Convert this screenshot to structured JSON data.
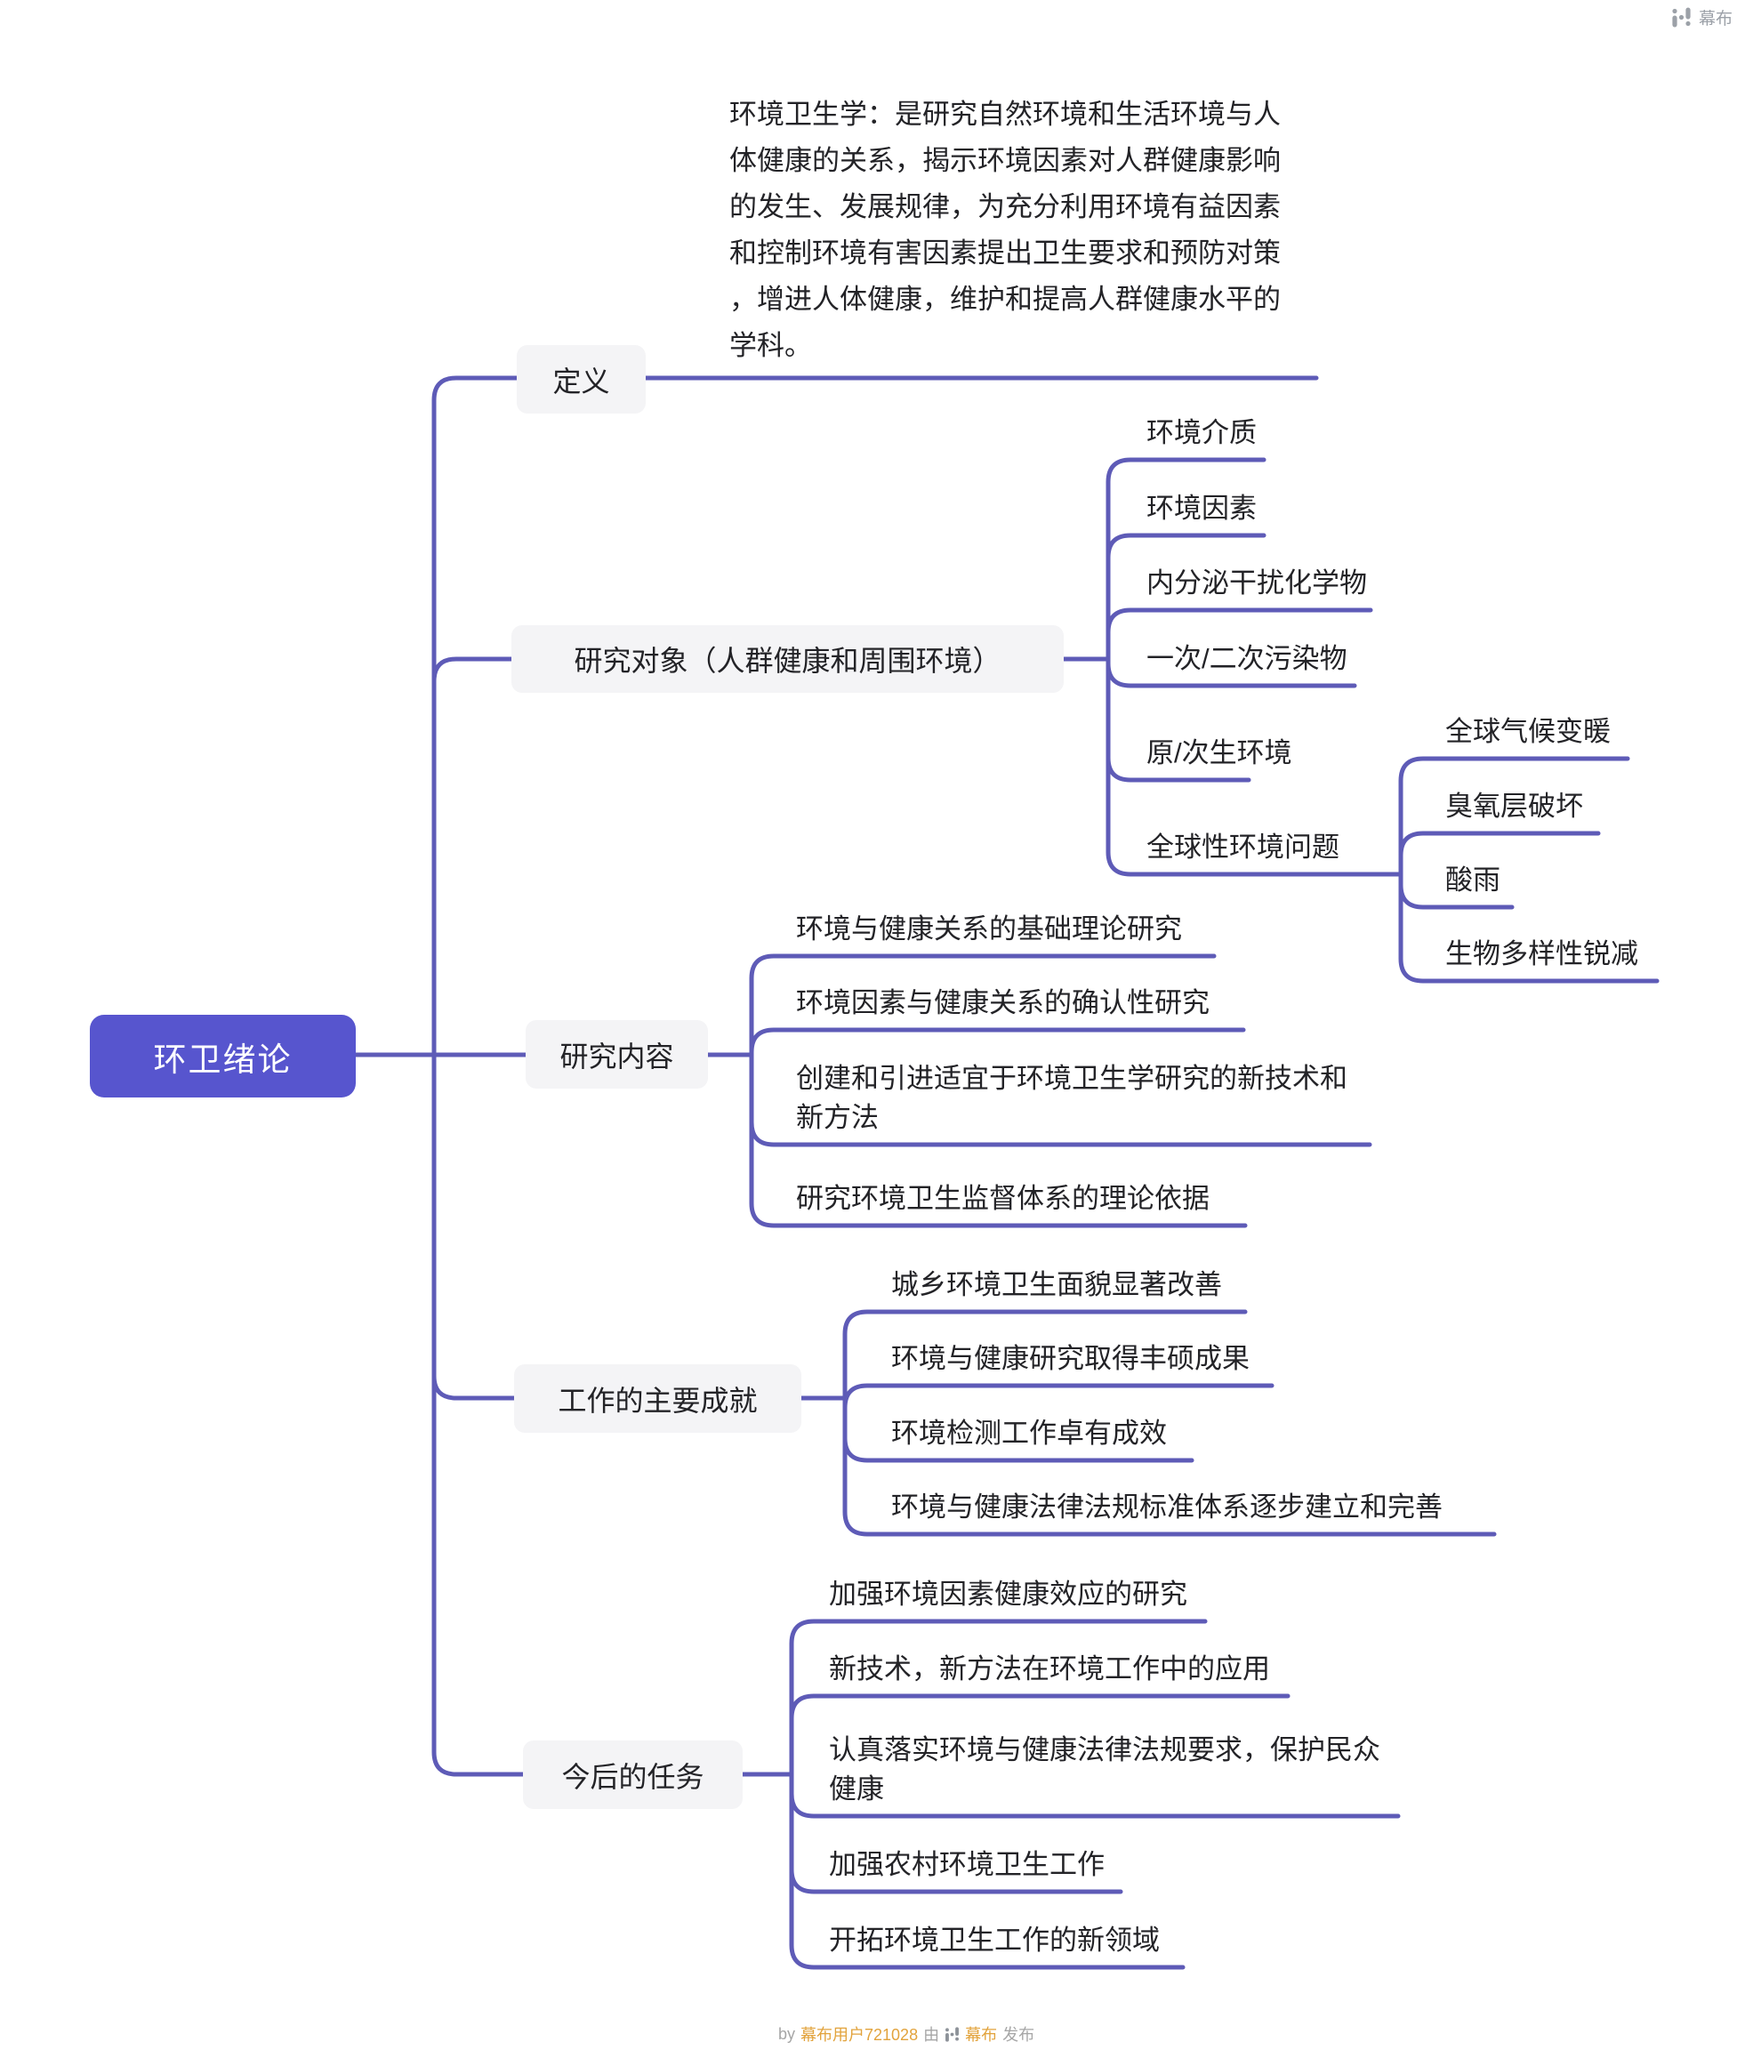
{
  "watermark": {
    "brand": "幕布"
  },
  "footer": {
    "by": "by",
    "user": "幕布用户721028",
    "via": "由",
    "brand": "幕布",
    "action": "发布"
  },
  "colors": {
    "line": "#5E5BB7",
    "root_bg": "#5755CE",
    "root_text": "#FFFFFF",
    "node_bg": "#F4F4F6",
    "text": "#232327",
    "footer_link": "#E2A33C",
    "footer_text": "#A6A6A6",
    "watermark": "#9CA1A8"
  },
  "root": {
    "label": "环卫绪论"
  },
  "branches": [
    {
      "label": "定义",
      "definition_lines": [
        "环境卫生学：是研究自然环境和生活环境与人",
        "体健康的关系，揭示环境因素对人群健康影响",
        "的发生、发展规律，为充分利用环境有益因素",
        "和控制环境有害因素提出卫生要求和预防对策",
        "，增进人体健康，维护和提高人群健康水平的",
        "学科。"
      ]
    },
    {
      "label": "研究对象（人群健康和周围环境）",
      "children": [
        "环境介质",
        "环境因素",
        "内分泌干扰化学物",
        "一次/二次污染物",
        "原/次生环境",
        {
          "label": "全球性环境问题",
          "children": [
            "全球气候变暖",
            "臭氧层破坏",
            "酸雨",
            "生物多样性锐减"
          ]
        }
      ]
    },
    {
      "label": "研究内容",
      "children": [
        {
          "lines": [
            "环境与健康关系的基础理论研究"
          ]
        },
        {
          "lines": [
            "环境因素与健康关系的确认性研究"
          ]
        },
        {
          "lines": [
            "创建和引进适宜于环境卫生学研究的新技术和",
            "新方法"
          ]
        },
        {
          "lines": [
            "研究环境卫生监督体系的理论依据"
          ]
        }
      ]
    },
    {
      "label": "工作的主要成就",
      "children": [
        "城乡环境卫生面貌显著改善",
        "环境与健康研究取得丰硕成果",
        "环境检测工作卓有成效",
        "环境与健康法律法规标准体系逐步建立和完善"
      ]
    },
    {
      "label": "今后的任务",
      "children": [
        "加强环境因素健康效应的研究",
        "新技术，新方法在环境工作中的应用",
        {
          "lines": [
            "认真落实环境与健康法律法规要求，保护民众",
            "健康"
          ]
        },
        "加强农村环境卫生工作",
        "开拓环境卫生工作的新领域"
      ]
    }
  ]
}
